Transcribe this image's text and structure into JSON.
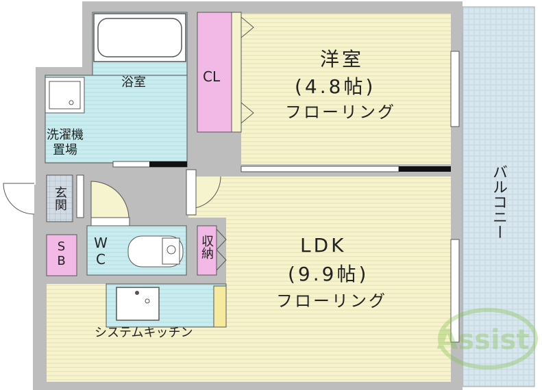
{
  "floorplan": {
    "bedroom": {
      "name": "洋室",
      "size": "(4.8帖)",
      "floor": "フローリング"
    },
    "ldk": {
      "name": "LDK",
      "size": "(9.9帖)",
      "floor": "フローリング"
    },
    "closet": "CL",
    "bath": "浴室",
    "laundry": "洗濯機\n置場",
    "entrance": "玄関",
    "shoe_box": "SB",
    "toilet": "WC",
    "storage": "収納",
    "kitchen": "システムキッチン",
    "balcony": "バルコニー"
  },
  "watermark": "Assist",
  "colors": {
    "floor_yellow": "#f6f3cf",
    "wet_blue": "#c8ecef",
    "storage_pink": "#f2b8e6",
    "balcony_blue": "#d8e6ee",
    "wall_gray": "#bdbdbd",
    "entrance_tile": "#d2dbe4"
  }
}
